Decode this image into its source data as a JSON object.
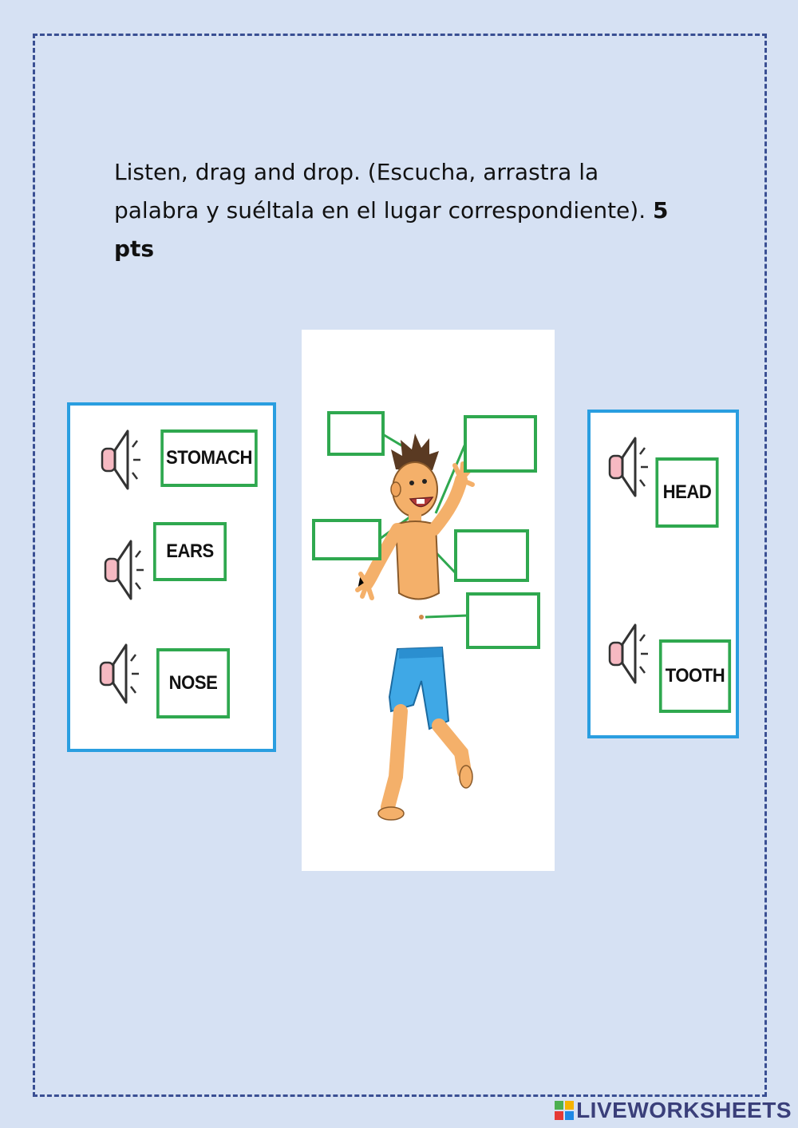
{
  "instructions": {
    "text": "Listen, drag and drop. (Escucha, arrastra la palabra y suéltala en el lugar correspondiente).",
    "points": "5 pts"
  },
  "left_panel": {
    "items": [
      {
        "word": "STOMACH",
        "icon": "speaker-icon"
      },
      {
        "word": "EARS",
        "icon": "speaker-icon"
      },
      {
        "word": "NOSE",
        "icon": "speaker-icon"
      }
    ]
  },
  "right_panel": {
    "items": [
      {
        "word": "HEAD",
        "icon": "speaker-icon"
      },
      {
        "word": "TOOTH",
        "icon": "speaker-icon"
      }
    ]
  },
  "figure": {
    "drop_targets": 5,
    "image": "boy-body-parts-illustration"
  },
  "footer": {
    "brand": "LIVEWORKSHEETS"
  },
  "colors": {
    "background": "#d6e1f3",
    "frame_border": "#3a4f93",
    "panel_border": "#2a9ee0",
    "word_border": "#2fa84f",
    "line_color": "#2fa84f"
  }
}
